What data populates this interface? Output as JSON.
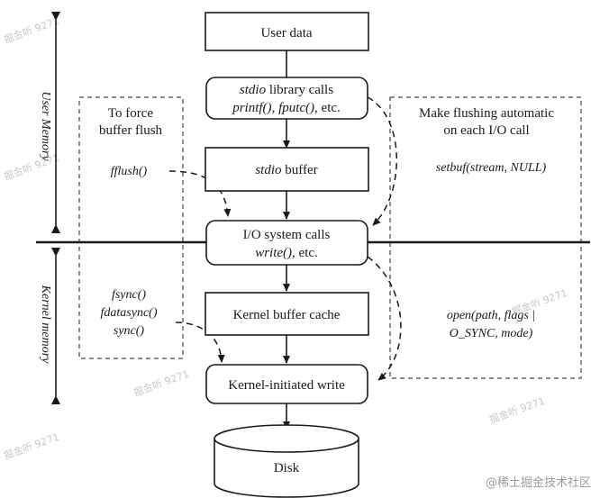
{
  "boxes": {
    "user_data": "User data",
    "stdio_calls": {
      "line1_italic": "stdio",
      "line1_rest": " library calls",
      "line2_a": "printf()",
      "line2_b": ", ",
      "line2_c": "fputc()",
      "line2_d": ", etc."
    },
    "stdio_buffer": {
      "italic": "stdio",
      "rest": " buffer"
    },
    "io_syscalls": {
      "line1": "I/O system calls",
      "line2_italic": "write()",
      "line2_rest": ", etc."
    },
    "kernel_cache": "Kernel buffer cache",
    "kernel_write": "Kernel-initiated write",
    "disk": "Disk"
  },
  "left_panel": {
    "title_line1": "To force",
    "title_line2": "buffer flush",
    "fflush": "fflush()",
    "fsync": "fsync()",
    "fdatasync": "fdatasync()",
    "sync": "sync()"
  },
  "right_panel": {
    "title_line1": "Make flushing automatic",
    "title_line2": "on each I/O call",
    "setbuf": "setbuf(stream, NULL)",
    "open_line1": "open(path, flags |",
    "open_line2": "O_SYNC, mode)"
  },
  "axis_labels": {
    "user_memory": "User Memory",
    "kernel_memory": "Kernel memory"
  },
  "watermarks": [
    "掘金听 9271",
    "掘金听 9271",
    "掘金听 9271",
    "掘金听 9271",
    "掘金听 9271",
    "掘金听 9271"
  ],
  "brand": "@稀土掘金技术社区"
}
